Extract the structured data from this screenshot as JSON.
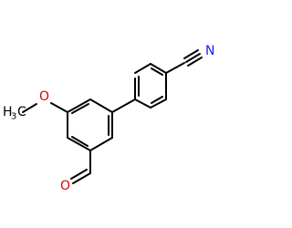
{
  "molecule": {
    "atoms": {
      "nitrile_n": "N",
      "methoxy_o": "O",
      "methoxy_c": "H",
      "methoxy_c_main": "C",
      "methoxy_c_sub": "3",
      "aldehyde_o": "O"
    },
    "colors": {
      "bond": "#000000",
      "nitrogen": "#1a1aff",
      "oxygen": "#e00000",
      "carbon": "#000000"
    }
  }
}
